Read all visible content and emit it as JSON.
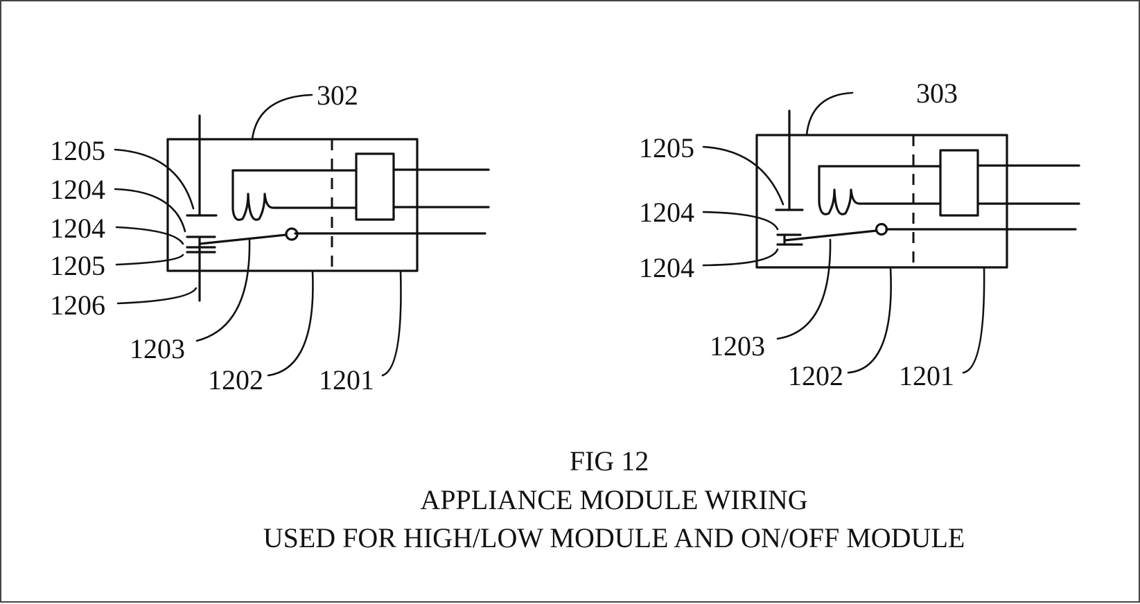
{
  "figure": {
    "number": "FIG 12",
    "title": "APPLIANCE MODULE WIRING",
    "subtitle": "USED FOR HIGH/LOW MODULE AND ON/OFF MODULE"
  },
  "modules": [
    {
      "id": "high-low",
      "ref": "302",
      "left_labels": [
        "1205",
        "1204",
        "1204",
        "1205",
        "1206"
      ],
      "bottom_labels": [
        "1203",
        "1202",
        "1201"
      ]
    },
    {
      "id": "on-off",
      "ref": "303",
      "left_labels": [
        "1205",
        "1204",
        "1204"
      ],
      "bottom_labels": [
        "1203",
        "1202",
        "1201"
      ]
    }
  ]
}
